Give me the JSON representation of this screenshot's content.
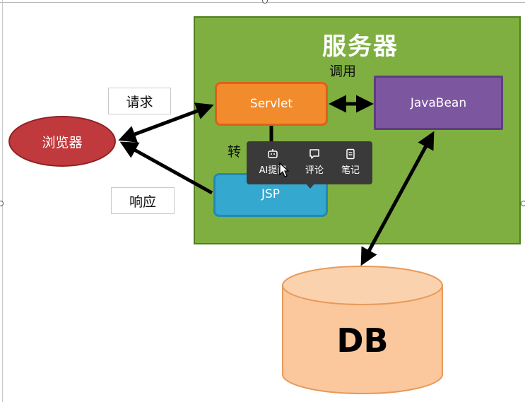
{
  "diagram": {
    "server_title": "服务器",
    "call_label": "调用",
    "forward_label": "转",
    "servlet_label": "Servlet",
    "javabean_label": "JavaBean",
    "jsp_label": "JSP",
    "browser_label": "浏览器",
    "request_label": "请求",
    "response_label": "响应",
    "db_label": "DB"
  },
  "toolbar": {
    "ai_label": "AI提问",
    "comment_label": "评论",
    "note_label": "笔记"
  },
  "colors": {
    "server": "#7eaf40",
    "servlet": "#f28b2b",
    "javabean": "#7d56a0",
    "jsp": "#35a8cf",
    "browser": "#c0393c",
    "db": "#fbc79c"
  }
}
